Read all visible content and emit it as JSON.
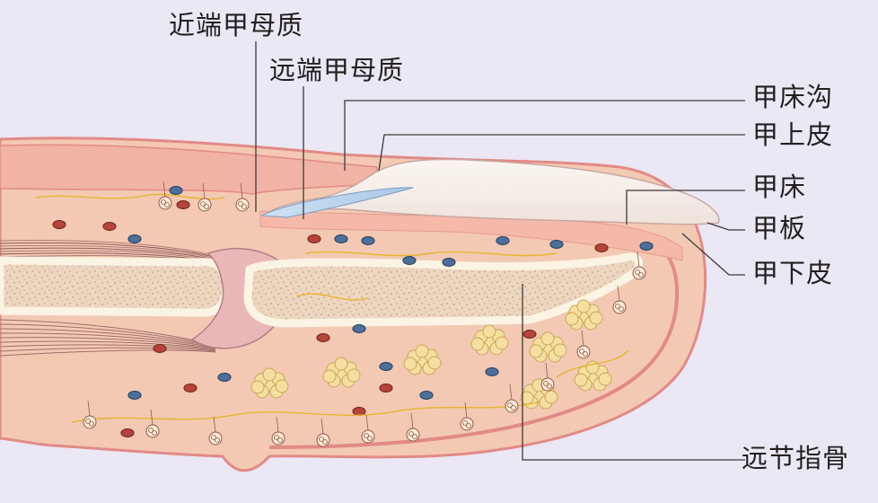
{
  "labels": {
    "proximal_matrix": "近端甲母质",
    "distal_matrix": "远端甲母质",
    "nail_groove": "甲床沟",
    "eponychium": "甲上皮",
    "nail_bed": "甲床",
    "nail_plate": "甲板",
    "hyponychium": "甲下皮",
    "distal_phalanx": "远节指骨"
  },
  "colors": {
    "background": "#ebe7f4",
    "skin": "#f3c9b4",
    "dermis_edge": "#e28a86",
    "nail_plate": "#f6f0ec",
    "nail_blue": "#b9d4ec",
    "bone_marrow": "#ecd6c0",
    "bone_cortex": "#fbf4e4",
    "joint": "#eab7b9",
    "fat": "#f5dfa0",
    "vein": "#4d6f98",
    "artery": "#b5443a",
    "leader": "#3a3a3a"
  }
}
